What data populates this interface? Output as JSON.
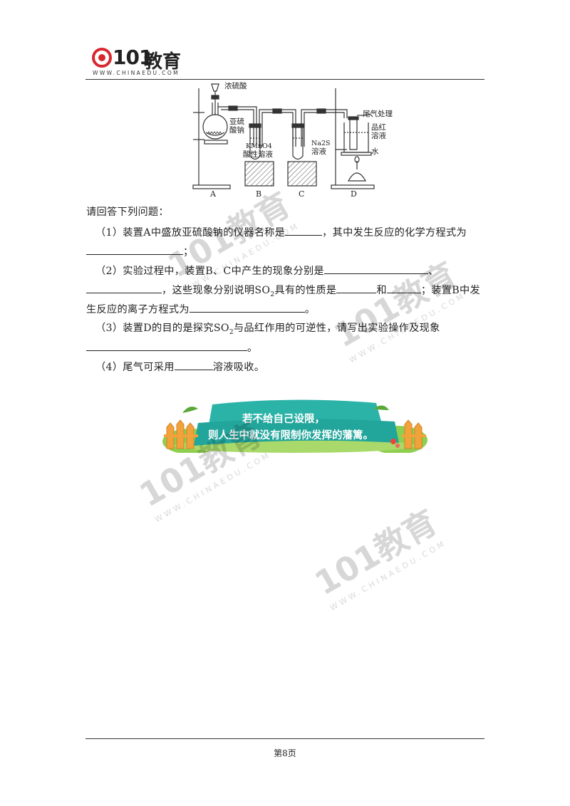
{
  "header": {
    "logo_number": "101",
    "logo_text": "教育",
    "logo_url": "WWW.CHINAEDU.COM"
  },
  "diagram": {
    "labels": {
      "funnel": "浓硫酸",
      "flask_contents_1": "亚硫",
      "flask_contents_2": "酸钠",
      "tube_b_1": "KMnO4",
      "tube_b_2": "酸性溶液",
      "tube_c_1": "Na2S",
      "tube_c_2": "溶液",
      "tail": "尾气处理",
      "tube_d_1": "品红",
      "tube_d_2": "溶液",
      "water": "水"
    },
    "letters": [
      "A",
      "B",
      "C",
      "D"
    ]
  },
  "question": {
    "intro": "请回答下列问题：",
    "q1_a": "（1）装置A中盛放亚硫酸钠的仪器名称是",
    "q1_b": "，其中发生反应的化学方程式为",
    "q1_c": "；",
    "q2_a": "（2）实验过程中，装置B、C中产生的现象分别是",
    "q2_b": "、",
    "q2_c": "，这些现象分别说明SO",
    "q2_d": "具有的性质是",
    "q2_e": "和",
    "q2_f": "；装置B中发",
    "q2_g": "生反应的离子方程式为",
    "q2_h": "。",
    "q3_a": "（3）装置D的目的是探究SO",
    "q3_b": "与品红作用的可逆性，请写出实验操作及现象",
    "q3_c": "。",
    "q4_a": "（4）尾气可采用",
    "q4_b": "溶液吸收。",
    "sub2": "2"
  },
  "banner": {
    "line1": "若不给自己设限，",
    "line2": "则人生中就没有限制你发挥的藩篱。"
  },
  "footer": {
    "page_number": "第8页"
  },
  "colors": {
    "banner_teal": "#2bb3a8",
    "banner_orange": "#f2a23a",
    "banner_green": "#6cbf3f"
  }
}
